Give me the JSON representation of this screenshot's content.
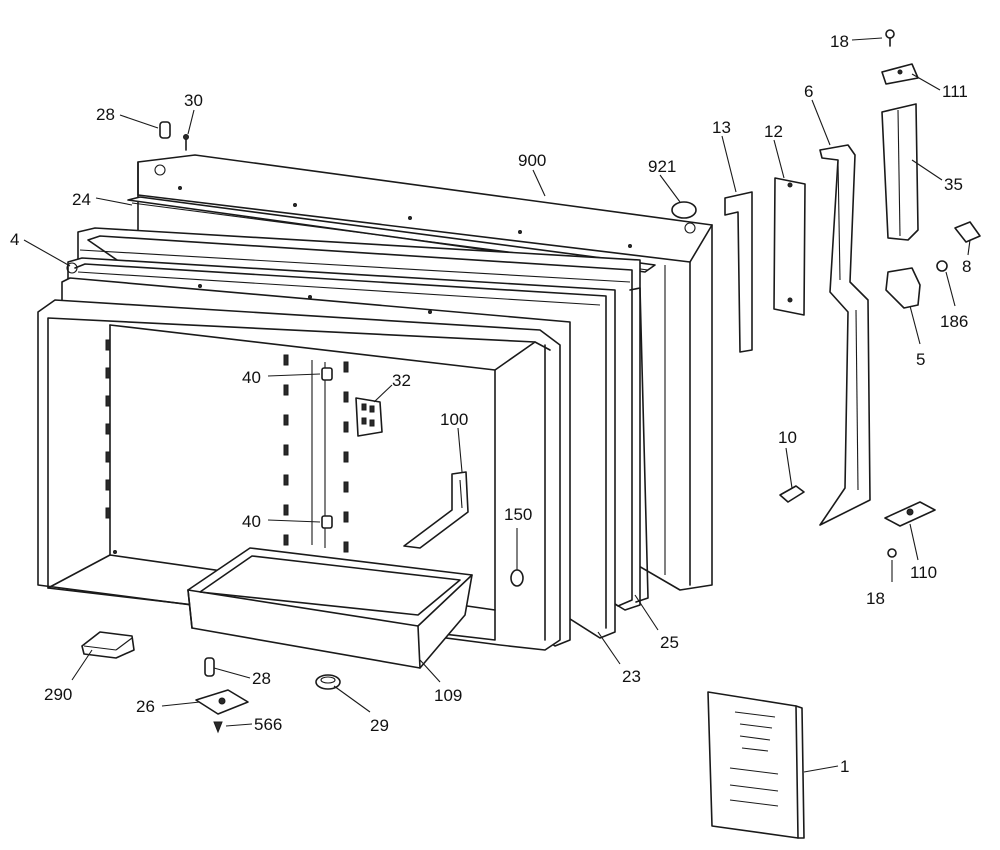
{
  "diagram": {
    "callouts": [
      {
        "id": "c18a",
        "text": "18"
      },
      {
        "id": "c111",
        "text": "111"
      },
      {
        "id": "c6",
        "text": "6"
      },
      {
        "id": "c13",
        "text": "13"
      },
      {
        "id": "c12",
        "text": "12"
      },
      {
        "id": "c35",
        "text": "35"
      },
      {
        "id": "c28a",
        "text": "28"
      },
      {
        "id": "c30",
        "text": "30"
      },
      {
        "id": "c900",
        "text": "900"
      },
      {
        "id": "c921",
        "text": "921"
      },
      {
        "id": "c24",
        "text": "24"
      },
      {
        "id": "c4",
        "text": "4"
      },
      {
        "id": "c8",
        "text": "8"
      },
      {
        "id": "c186",
        "text": "186"
      },
      {
        "id": "c5",
        "text": "5"
      },
      {
        "id": "c40a",
        "text": "40"
      },
      {
        "id": "c32",
        "text": "32"
      },
      {
        "id": "c100",
        "text": "100"
      },
      {
        "id": "c10",
        "text": "10"
      },
      {
        "id": "c40b",
        "text": "40"
      },
      {
        "id": "c150",
        "text": "150"
      },
      {
        "id": "c110",
        "text": "110"
      },
      {
        "id": "c18b",
        "text": "18"
      },
      {
        "id": "c25",
        "text": "25"
      },
      {
        "id": "c23",
        "text": "23"
      },
      {
        "id": "c290",
        "text": "290"
      },
      {
        "id": "c28b",
        "text": "28"
      },
      {
        "id": "c109",
        "text": "109"
      },
      {
        "id": "c26",
        "text": "26"
      },
      {
        "id": "c566",
        "text": "566"
      },
      {
        "id": "c29",
        "text": "29"
      },
      {
        "id": "c1",
        "text": "1"
      }
    ]
  }
}
